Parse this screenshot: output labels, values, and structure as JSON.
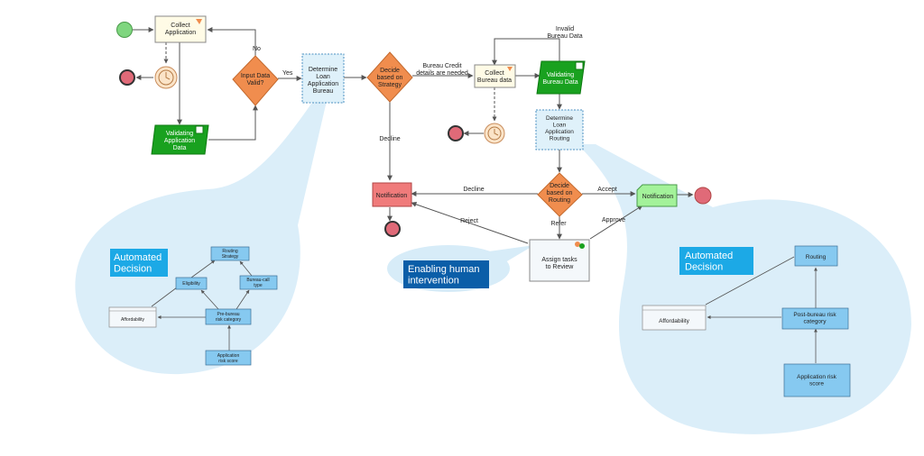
{
  "colors": {
    "start": "#7fd67f",
    "end": "#e06a78",
    "task_fill": "#fffbe6",
    "data_fill": "#19a11f",
    "data_dark": "#0e7a12",
    "gateway": "#f08d4e",
    "decision_box": "#dff1fa",
    "notification_red": "#f07b7b",
    "notification_green": "#a3f29a",
    "bubble": "#d7ecf8",
    "callout_blue": "#1ca9e6",
    "callout_dark": "#0b5ea8",
    "node_blue": "#86c9f0",
    "line": "#555555"
  },
  "nodes": {
    "collect_application": "Collect\nApplication",
    "input_valid": "Input Data\nValid?",
    "validating_application": "Validating\nApplication\nData",
    "determine_bureau": "Determine\nLoan\nApplication\nBureau",
    "decide_strategy": "Decide\nbased on\nStrategy",
    "collect_bureau": "Collect\nBureau data",
    "validating_bureau": "Validating\nBureau Data",
    "determine_routing": "Determine\nLoan\nApplication\nRouting",
    "decide_routing": "Decide\nbased on\nRouting",
    "notification_decline": "Notification",
    "notification_accept": "Notification",
    "assign_tasks": "Assign tasks\nto Review"
  },
  "edge_labels": {
    "no": "No",
    "yes": "Yes",
    "bureau_credit": "Bureau Credit\ndetails are needed",
    "invalid_bureau": "Invalid\nBureau Data",
    "decline_strategy": "Decline",
    "decline_routing": "Decline",
    "accept": "Accept",
    "refer": "Refer",
    "reject": "Reject",
    "approve": "Approve"
  },
  "callouts": {
    "automated_left": "Automated\nDecision",
    "human": "Enabling human\nintervention",
    "automated_right": "Automated\nDecision"
  },
  "left_decision": {
    "routing_strategy": "Routing\nStrategy",
    "eligibility": "Eligibility",
    "bureau_call_type": "Bureau-call\ntype",
    "affordability": "Affordability",
    "pre_bureau": "Pre-bureau\nrisk category",
    "app_risk": "Application\nrisk score"
  },
  "right_decision": {
    "routing": "Routing",
    "affordability": "Affordability",
    "post_bureau": "Post-bureau risk\ncategory",
    "app_risk": "Application risk\nscore"
  }
}
